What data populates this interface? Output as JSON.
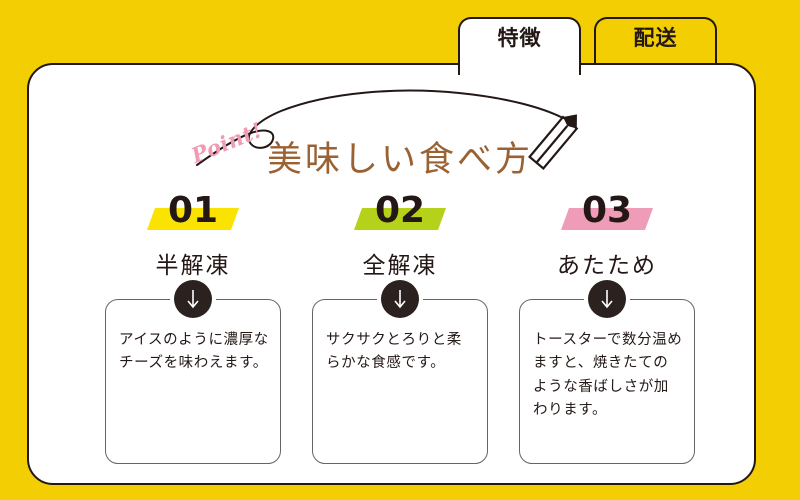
{
  "theme": {
    "background_yellow": "#F2CE02",
    "card_white": "#FFFFFF",
    "ink": "#231815",
    "heading_brown": "#9A6233",
    "point_pink": "#F09BB5",
    "circle_dark": "#2B2220",
    "box_border": "#6A6461"
  },
  "tabs": [
    {
      "label": "特徴",
      "state": "active",
      "highlight_color": "#FFFFFF"
    },
    {
      "label": "配送",
      "state": "inactive",
      "highlight_color": "#F2CE02"
    }
  ],
  "decoration": {
    "point_label": "Point!",
    "pencil_icon": "pencil-icon",
    "curve_icon": "curved-arrow-line"
  },
  "heading": "美味しい食べ方",
  "steps": [
    {
      "number": "01",
      "title": "半解凍",
      "highlight_color": "#FAE300",
      "arrow_icon": "arrow-down-icon",
      "description": "アイスのように濃厚なチーズを味わえます。"
    },
    {
      "number": "02",
      "title": "全解凍",
      "highlight_color": "#B5D11A",
      "arrow_icon": "arrow-down-icon",
      "description": "サクサクとろりと柔らかな食感です。"
    },
    {
      "number": "03",
      "title": "あたため",
      "highlight_color": "#EE9CB8",
      "arrow_icon": "arrow-down-icon",
      "description": "トースターで数分温めますと、焼きたてのような香ばしさが加わります。"
    }
  ]
}
